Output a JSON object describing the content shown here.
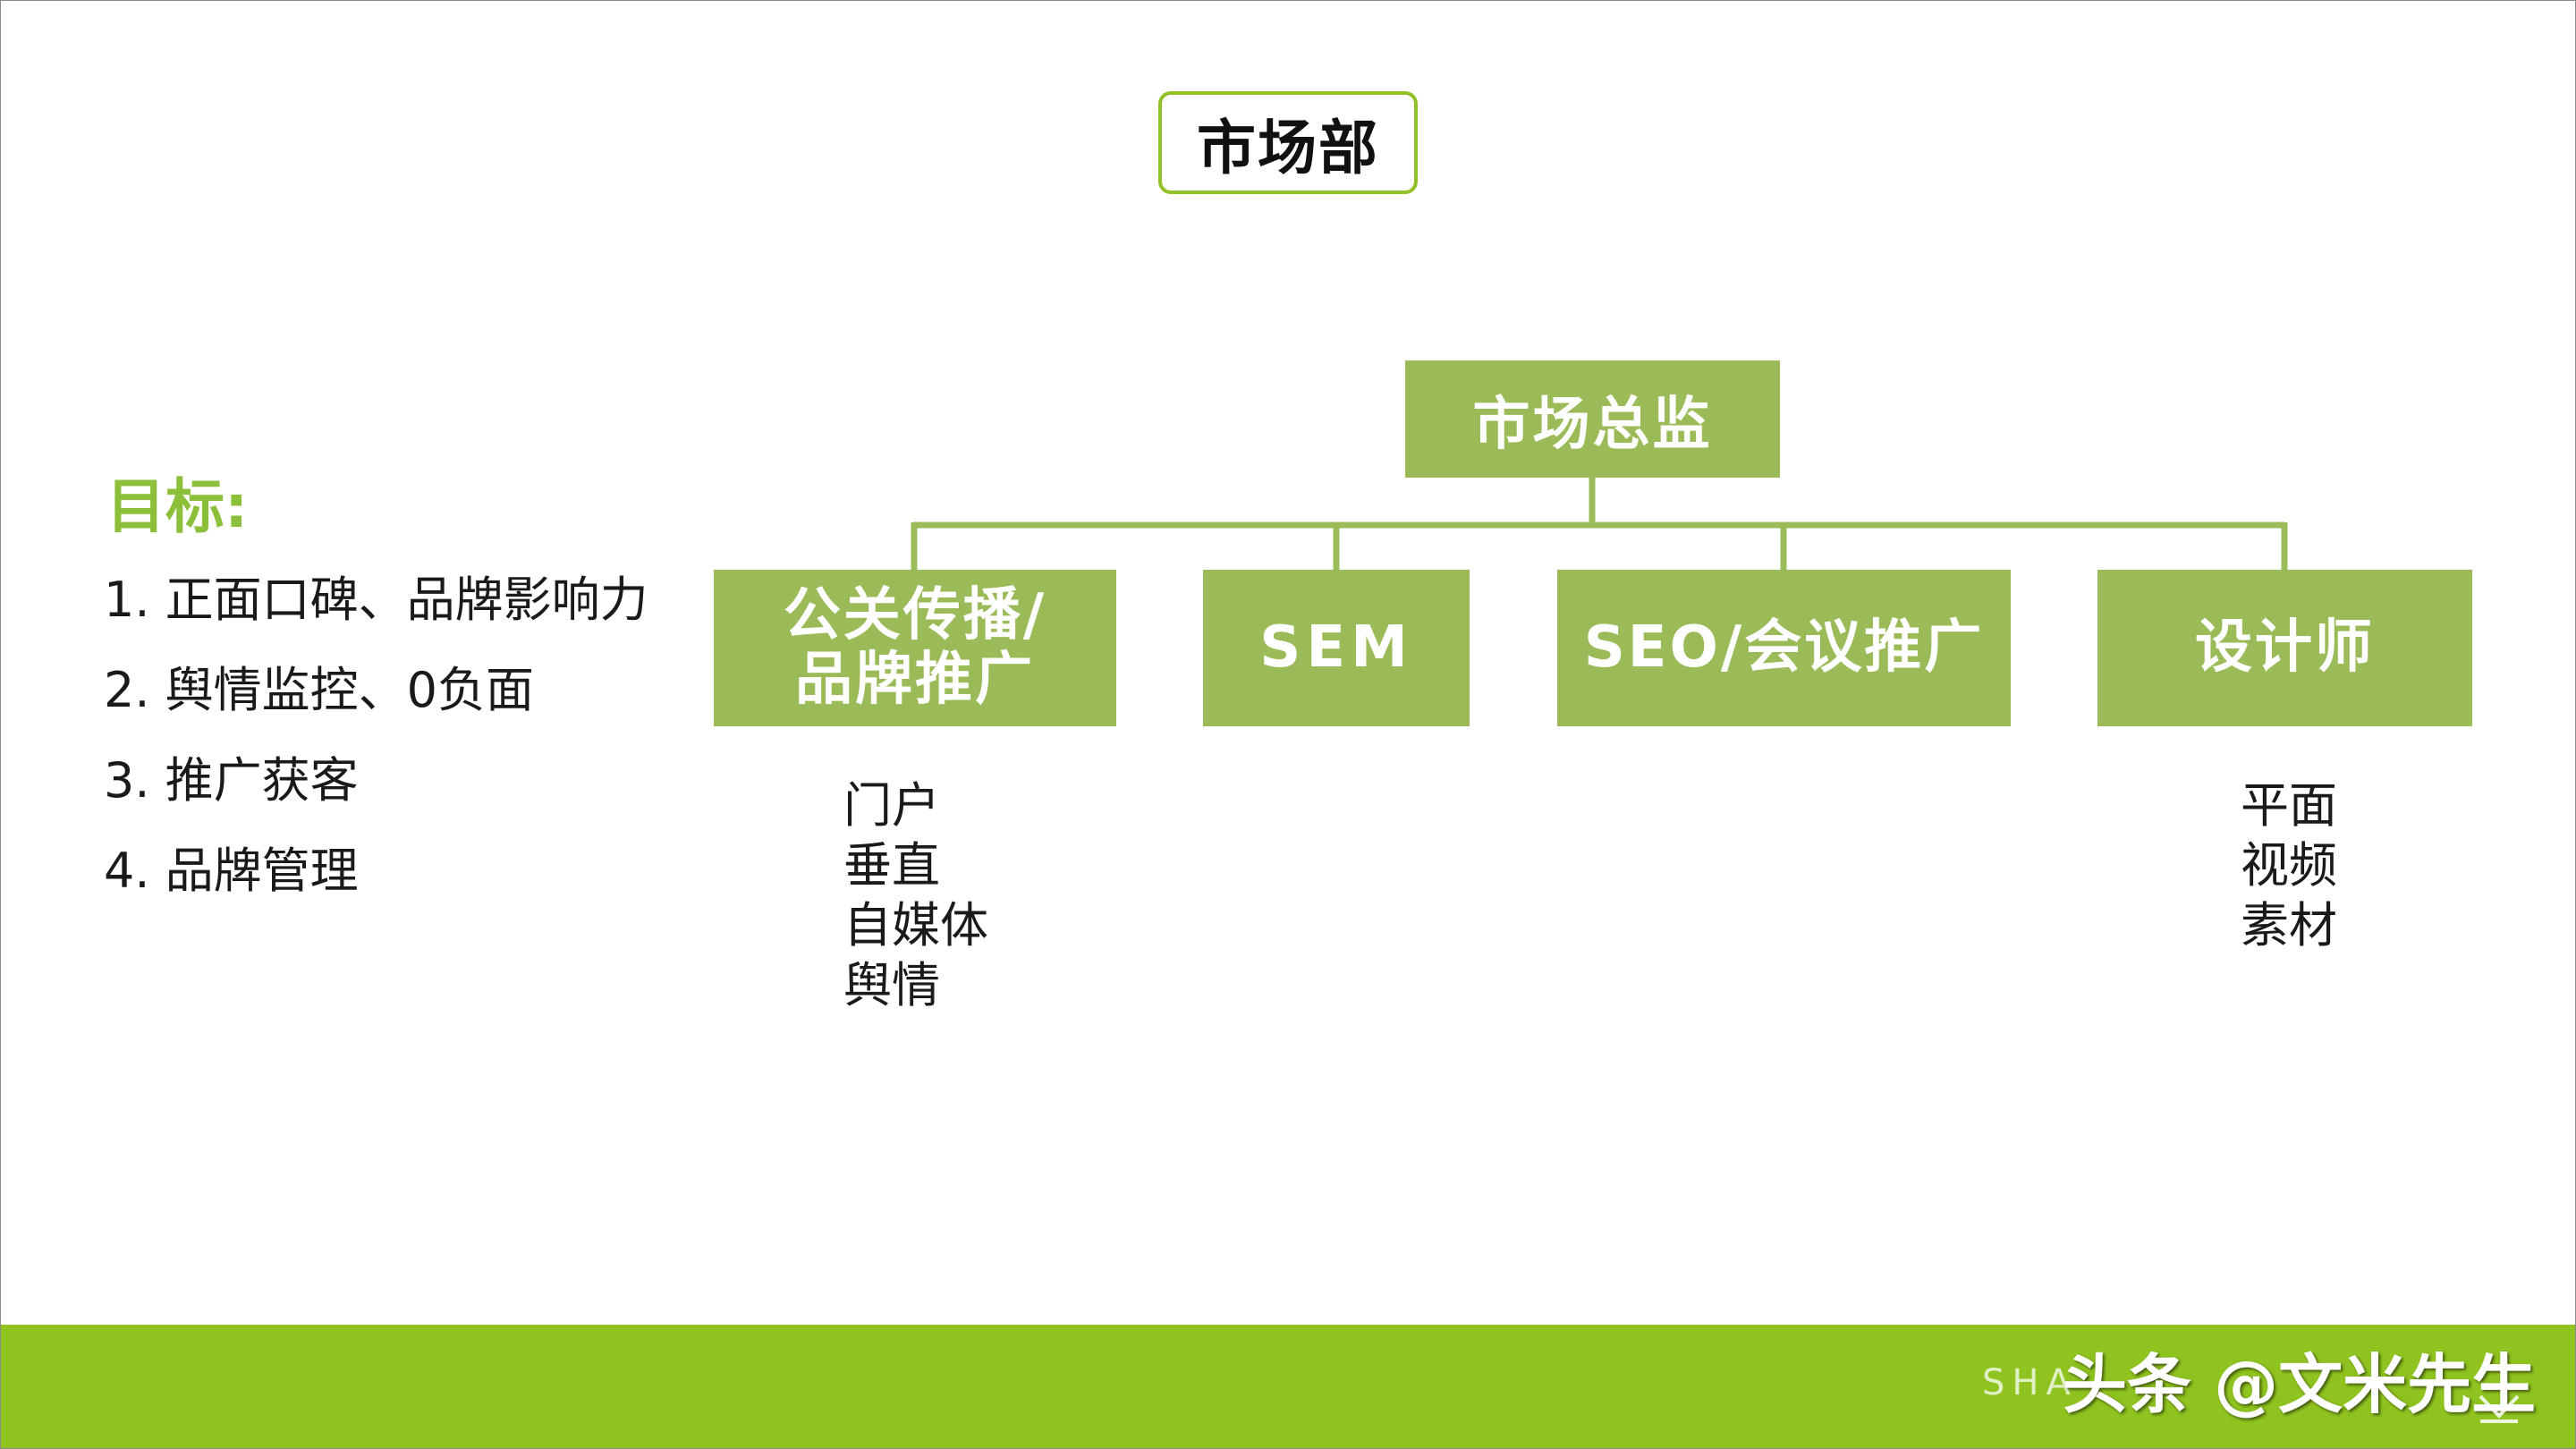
{
  "title": "市场部",
  "goals": {
    "heading": "目标:",
    "items": [
      "1. 正面口碑、品牌影响力",
      "2. 舆情监控、0负面",
      "3. 推广获客",
      "4. 品牌管理"
    ]
  },
  "org": {
    "root": "市场总监",
    "children": [
      {
        "label_line1": "公关传播/",
        "label_line2": "品牌推广",
        "subitems": [
          "门户",
          "垂直",
          "自媒体",
          "舆情"
        ]
      },
      {
        "label": "SEM"
      },
      {
        "label": "SEO/会议推广"
      },
      {
        "label": "设计师",
        "subitems": [
          "平面",
          "视频",
          "素材"
        ]
      }
    ]
  },
  "footer": {
    "bar_text": "SHA",
    "watermark": "头条 @文米先生"
  },
  "colors": {
    "node_fill": "#9bbb59",
    "connector": "#9bbb59",
    "heading_green": "#8dc03a",
    "title_border": "#92c027",
    "bottom_bar": "#8fc31f"
  }
}
